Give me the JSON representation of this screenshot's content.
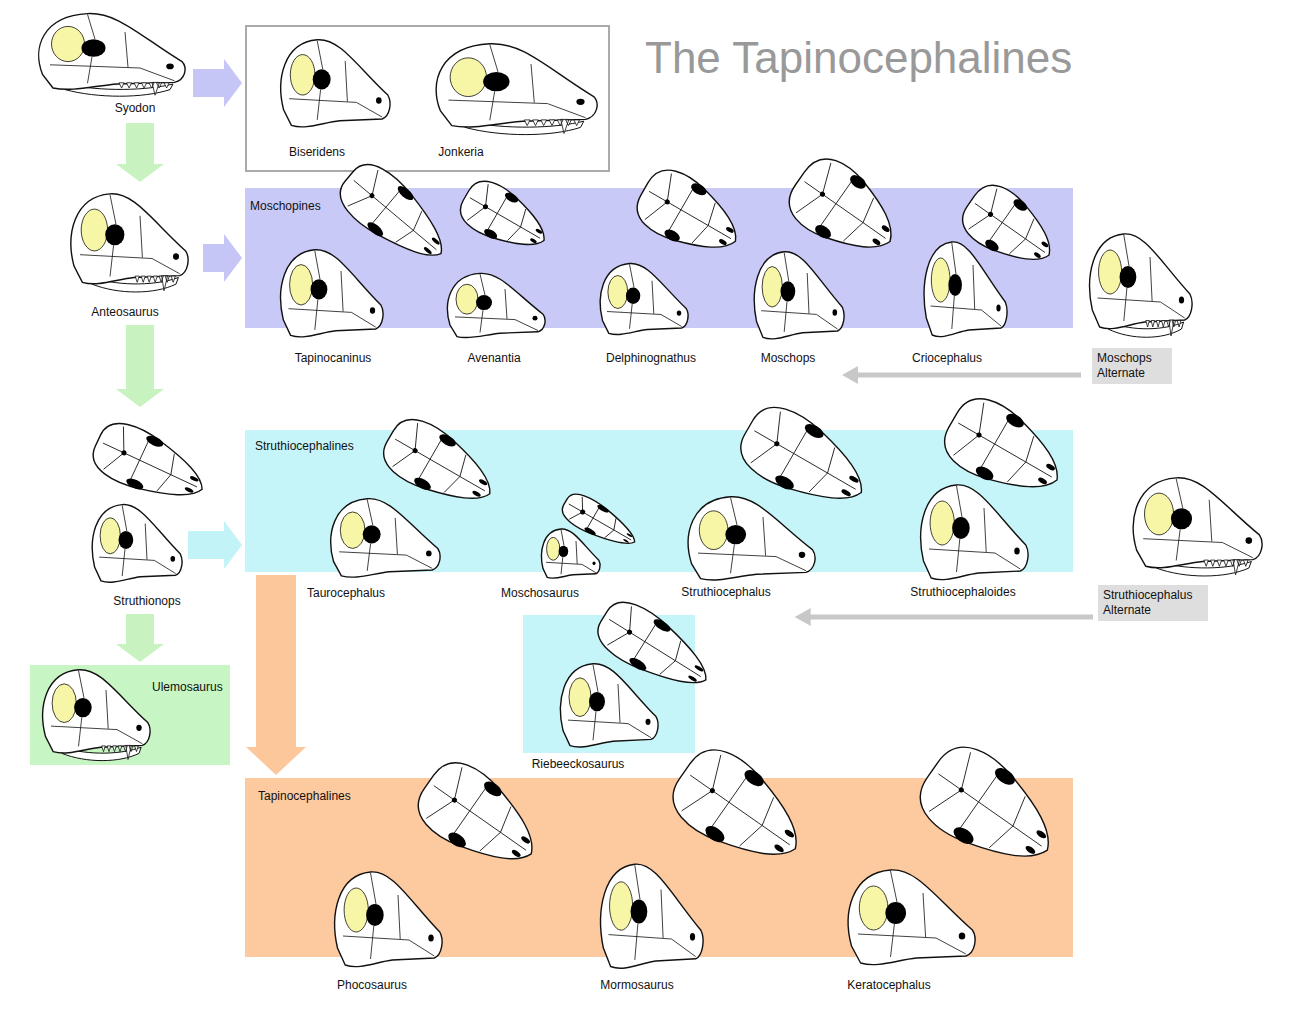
{
  "diagram": {
    "title": "The Tapinocephalines",
    "nodes": [
      {
        "text": [
          "Syodon"
        ]
      },
      {
        "text": []
      },
      {
        "text": [
          "Biseridens"
        ],
        "in": 1
      },
      {
        "text": [
          "Jonkeria"
        ],
        "in": 1
      },
      {
        "text": [
          "Anteosaurus"
        ]
      },
      {
        "text": [
          "Moschopines"
        ]
      },
      {
        "text": [
          "Tapinocaninus"
        ],
        "in": 5
      },
      {
        "text": [
          "Avenantia"
        ],
        "in": 5
      },
      {
        "text": [
          "Delphinognathus"
        ],
        "in": 5
      },
      {
        "text": [
          "Moschops"
        ],
        "in": 5
      },
      {
        "text": [
          "Criocephalus"
        ],
        "in": 5
      },
      {
        "text": [
          "Moschops Alternate"
        ]
      },
      {
        "text": [
          "Struthionops"
        ]
      },
      {
        "text": [
          "Struthiocephalines"
        ]
      },
      {
        "text": [
          "Taurocephalus"
        ],
        "in": 13
      },
      {
        "text": [
          "Moschosaurus"
        ],
        "in": 13
      },
      {
        "text": [
          "Struthiocephalus"
        ],
        "in": 13
      },
      {
        "text": [
          "Struthiocephaloides"
        ],
        "in": 13
      },
      {
        "text": [
          "Struthiocephalus Alternate"
        ]
      },
      {
        "text": [
          "Riebeeckosaurus"
        ]
      },
      {
        "text": [
          "Ulemosaurus"
        ]
      },
      {
        "text": [
          "Tapinocephalines"
        ]
      },
      {
        "text": [
          "Phocosaurus"
        ],
        "in": 21
      },
      {
        "text": [
          "Mormosaurus"
        ],
        "in": 21
      },
      {
        "text": [
          "Keratocephalus"
        ],
        "in": 21
      }
    ],
    "edges": [
      {
        "from": 0,
        "to": 1,
        "arrow": "to"
      },
      {
        "from": 0,
        "to": 4,
        "arrow": "to"
      },
      {
        "from": 4,
        "to": 5,
        "arrow": "to"
      },
      {
        "from": 4,
        "to": 12,
        "arrow": "to"
      },
      {
        "from": 12,
        "to": 13,
        "arrow": "to"
      },
      {
        "from": 12,
        "to": 20,
        "arrow": "to"
      },
      {
        "from": 13,
        "to": 21,
        "arrow": "to"
      },
      {
        "from": 11,
        "to": 9,
        "arrow": "to"
      },
      {
        "from": 18,
        "to": 16,
        "arrow": "to"
      }
    ]
  }
}
